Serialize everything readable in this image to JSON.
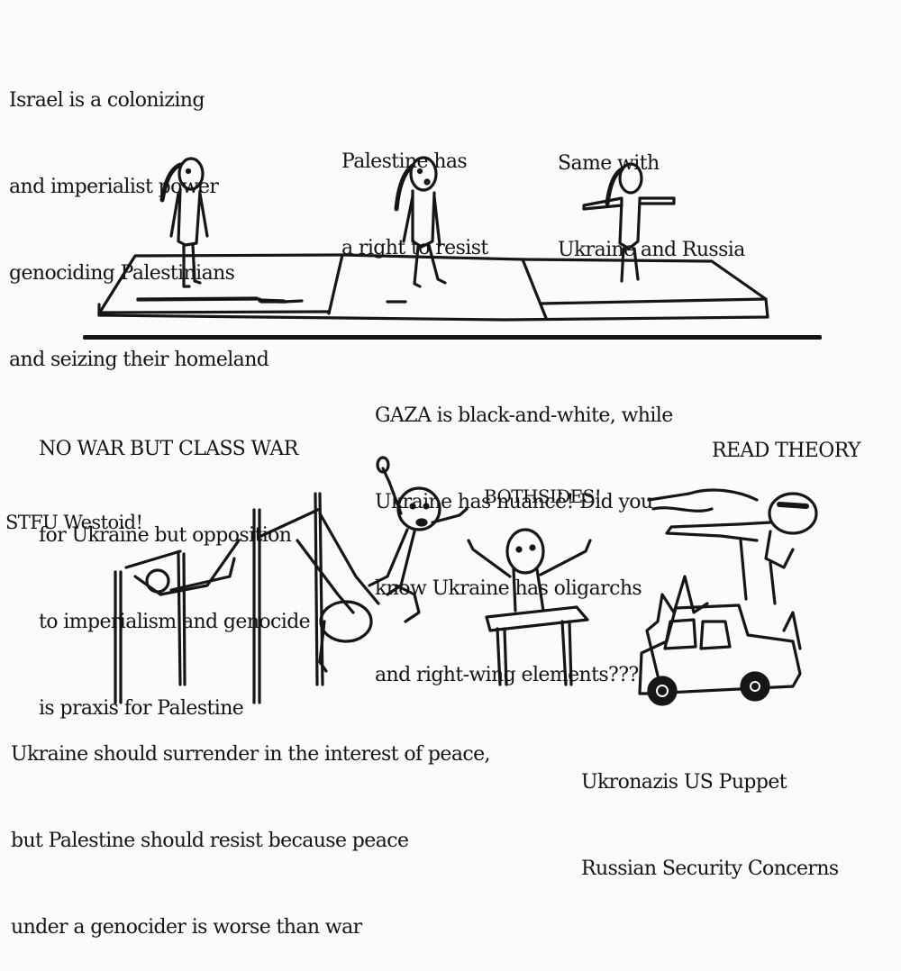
{
  "top_panel": {
    "caption_left": {
      "lines": [
        "Israel is a colonizing",
        "and imperialist power",
        "genociding Palestinians",
        "and seizing their homeland"
      ]
    },
    "caption_middle": {
      "lines": [
        "Palestine has",
        "a right to resist"
      ]
    },
    "caption_right": {
      "lines": [
        "Same with",
        "Ukraine and Russia"
      ]
    }
  },
  "bottom_panel": {
    "caption_class_war": {
      "lines": [
        "NO WAR BUT CLASS WAR",
        "for Ukraine but opposition",
        "to imperialism and genocide",
        "is praxis for Palestine"
      ]
    },
    "caption_gaza": {
      "lines": [
        "GAZA is black-and-white, while",
        "Ukraine has nuancė! Did you",
        "know Ukraine has oligarchs",
        "and right-wing elements???"
      ]
    },
    "caption_read_theory": "READ THEORY",
    "caption_westoid": "STFU Westoid!",
    "caption_bothsides": "BOTHSIDES!",
    "caption_surrender": {
      "lines": [
        "Ukraine should surrender in the interest of peace,",
        "but Palestine should resist because peace",
        "under a genocider is worse than war"
      ]
    },
    "caption_car": {
      "lines": [
        "Ukronazis US Puppet",
        "Russian Security Concerns"
      ]
    }
  },
  "colors": {
    "ink": "#141414",
    "background": "#fbfbfa"
  }
}
